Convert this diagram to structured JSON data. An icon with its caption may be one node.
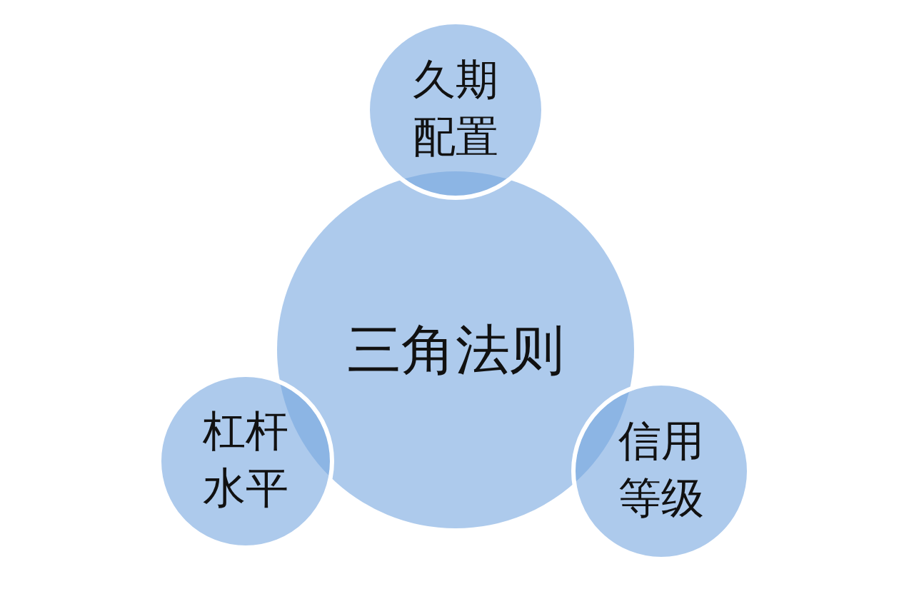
{
  "diagram": {
    "nodes": [
      {
        "text": [
          "久期配置"
        ]
      },
      {
        "text": [
          "三角法则"
        ]
      },
      {
        "text": [
          "杠杆水平"
        ]
      },
      {
        "text": [
          "信用等级"
        ]
      }
    ]
  }
}
